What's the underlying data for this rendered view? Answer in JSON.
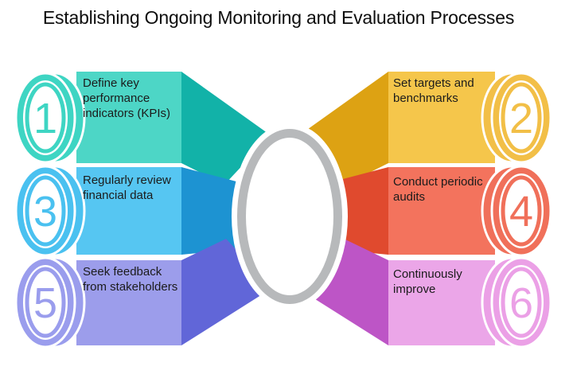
{
  "title": "Establishing Ongoing Monitoring and Evaluation Processes",
  "center": {
    "ring_color": "#b7b9bb",
    "fill_color": "#ffffff"
  },
  "steps": [
    {
      "number": "1",
      "label": "Define key\nperformance\nindicators (KPIs)",
      "side": "left",
      "color_light": "#4dd6c6",
      "color_dark": "#12b2a8",
      "ring": "#3ed5c3"
    },
    {
      "number": "2",
      "label": "Set targets and\nbenchmarks",
      "side": "right",
      "color_light": "#f5c64b",
      "color_dark": "#dda213",
      "ring": "#f2bf47"
    },
    {
      "number": "3",
      "label": "Regularly review\nfinancial data",
      "side": "left",
      "color_light": "#56c6f2",
      "color_dark": "#1d93d2",
      "ring": "#4ac1f0"
    },
    {
      "number": "4",
      "label": "Conduct periodic\naudits",
      "side": "right",
      "color_light": "#f3735d",
      "color_dark": "#e04a2e",
      "ring": "#f0705a"
    },
    {
      "number": "5",
      "label": "Seek feedback\nfrom stakeholders",
      "side": "left",
      "color_light": "#9c9deb",
      "color_dark": "#6166d8",
      "ring": "#9a9ded"
    },
    {
      "number": "6",
      "label": "Continuously\nimprove",
      "side": "right",
      "color_light": "#eba6e8",
      "color_dark": "#bd55c6",
      "ring": "#eba0e6"
    }
  ]
}
